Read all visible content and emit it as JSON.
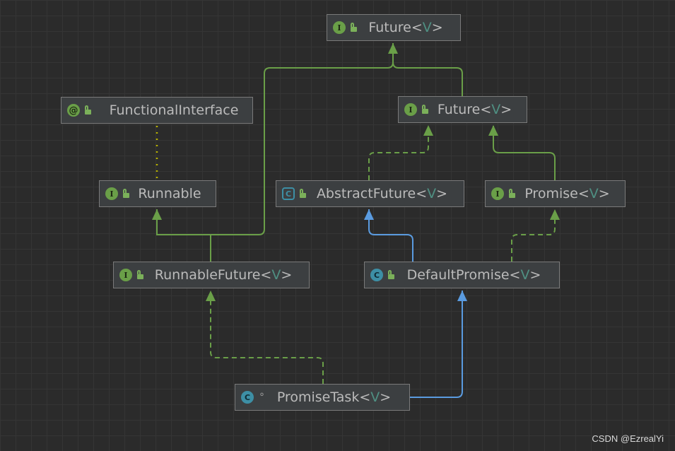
{
  "nodes": {
    "future_top": {
      "kind": "I",
      "name": "Future",
      "open": "<",
      "param": "V",
      "close": ">"
    },
    "future": {
      "kind": "I",
      "name": "Future",
      "open": "<",
      "param": "V",
      "close": ">"
    },
    "functional_interface": {
      "kind": "@",
      "name": "FunctionalInterface"
    },
    "runnable": {
      "kind": "I",
      "name": "Runnable"
    },
    "abstract_future": {
      "kind": "C",
      "name": "AbstractFuture",
      "open": "<",
      "param": "V",
      "close": ">"
    },
    "promise": {
      "kind": "I",
      "name": "Promise",
      "open": "<",
      "param": "V",
      "close": ">"
    },
    "runnable_future": {
      "kind": "I",
      "name": "RunnableFuture",
      "open": "<",
      "param": "V",
      "close": ">"
    },
    "default_promise": {
      "kind": "C",
      "name": "DefaultPromise",
      "open": "<",
      "param": "V",
      "close": ">"
    },
    "promise_task": {
      "kind": "C",
      "name": "PromiseTask",
      "pkg_icon": "°",
      "open": "<",
      "param": "V",
      "close": ">"
    }
  },
  "watermark": "CSDN @EzrealYi",
  "colors": {
    "background": "#2b2b2b",
    "node_fill": "#3c3f41",
    "node_border": "#7a7a7a",
    "extends_interface": "#6a9f48",
    "extends_class": "#5a9be0",
    "annotation_link": "#b5b000",
    "generic_param": "#4f8f82",
    "text": "#bbbbbb"
  }
}
